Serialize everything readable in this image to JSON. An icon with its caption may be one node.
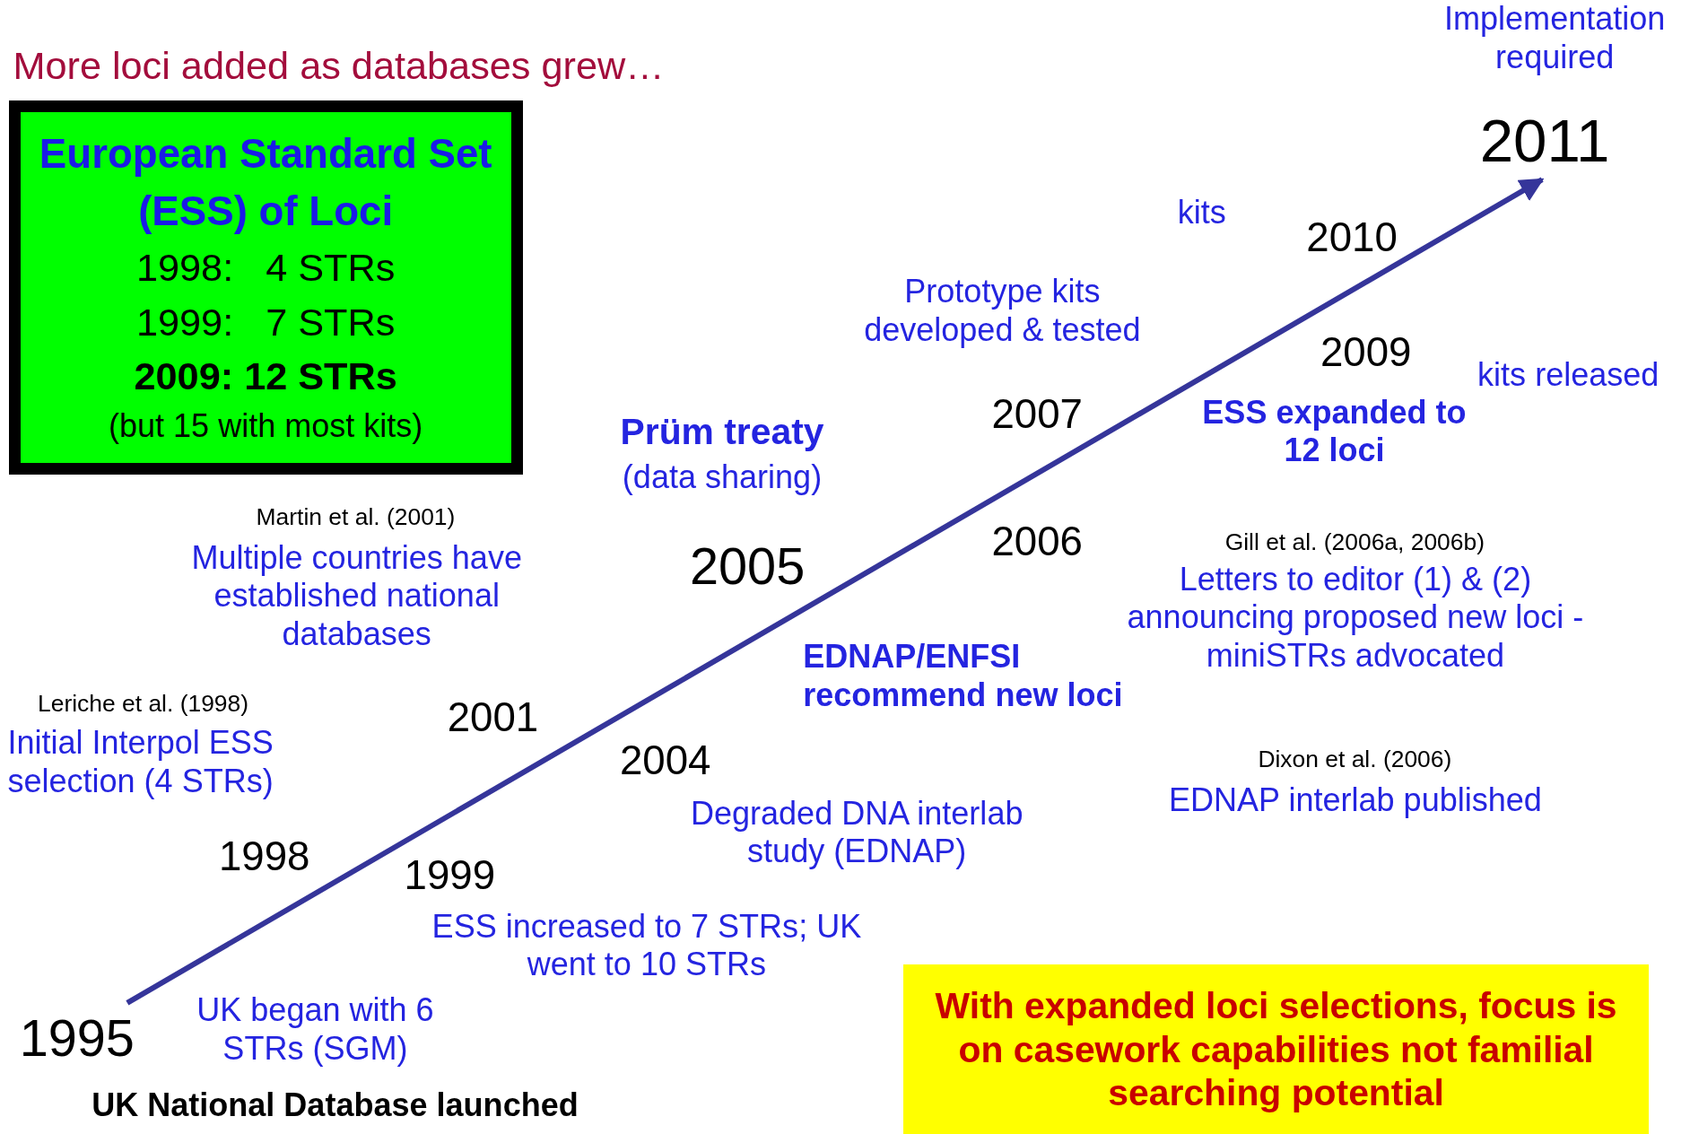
{
  "diagram": {
    "nodes": [
      {
        "text": [
          "European Standard Set (ESS) of Loci",
          "1998:   4 STRs",
          "1999:   7 STRs",
          "2009: 12 STRs",
          "(but 15 with most kits)"
        ]
      },
      {
        "text": [
          "1995"
        ]
      },
      {
        "text": [
          "2011"
        ]
      },
      {
        "text": [
          "With expanded loci selections, focus is on casework capabilities not familial searching potential"
        ]
      }
    ],
    "edges": [
      {
        "from": 1,
        "to": 2,
        "arrow": "to"
      }
    ],
    "labels": [
      "More loci added as databases grew…",
      "Implementation required",
      "kits",
      "2010",
      "Prototype kits developed & tested",
      "kits released",
      "2009",
      "Prüm treaty",
      "(data sharing)",
      "2007",
      "ESS expanded to 12 loci",
      "Martin et al. (2001)",
      "Multiple countries have established national databases",
      "2005",
      "2006",
      "Gill et al. (2006a, 2006b)",
      "Letters to editor (1) & (2) announcing proposed new loci - miniSTRs advocated",
      "EDNAP/ENFSI recommend new loci",
      "Leriche et al. (1998)",
      "Initial Interpol ESS selection (4 STRs)",
      "2001",
      "2004",
      "Dixon et al. (2006)",
      "EDNAP interlab published",
      "Degraded DNA interlab study (EDNAP)",
      "1998",
      "1999",
      "ESS increased to 7 STRs; UK went to 10 STRs",
      "UK began with 6 STRs (SGM)",
      "UK National Database launched"
    ]
  }
}
